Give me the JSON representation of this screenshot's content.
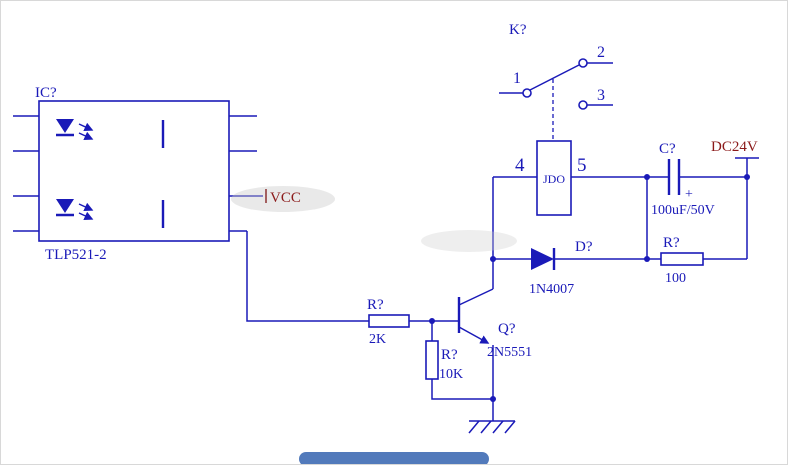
{
  "colors": {
    "circuit_blue": "#1a1ab8",
    "label_red": "#8b1a1a",
    "watermark_blue": "#3f6bb4"
  },
  "optocoupler": {
    "ref": "IC?",
    "part": "TLP521-2"
  },
  "relay": {
    "ref": "K?",
    "coil": "JDO",
    "pin4": "4",
    "pin5": "5",
    "contacts": {
      "c1": "1",
      "c2": "2",
      "c3": "3"
    }
  },
  "capacitor": {
    "ref": "C?",
    "plus": "+",
    "value": "100uF/50V"
  },
  "power": {
    "dc": "DC24V",
    "vcc": "VCC"
  },
  "diode": {
    "ref": "D?",
    "part": "1N4007"
  },
  "resistor_base": {
    "ref": "R?",
    "value": "2K"
  },
  "resistor_pulldown": {
    "ref": "R?",
    "value": "10K"
  },
  "resistor_series": {
    "ref": "R?",
    "value": "100"
  },
  "transistor": {
    "ref": "Q?",
    "part": "2N5551"
  }
}
